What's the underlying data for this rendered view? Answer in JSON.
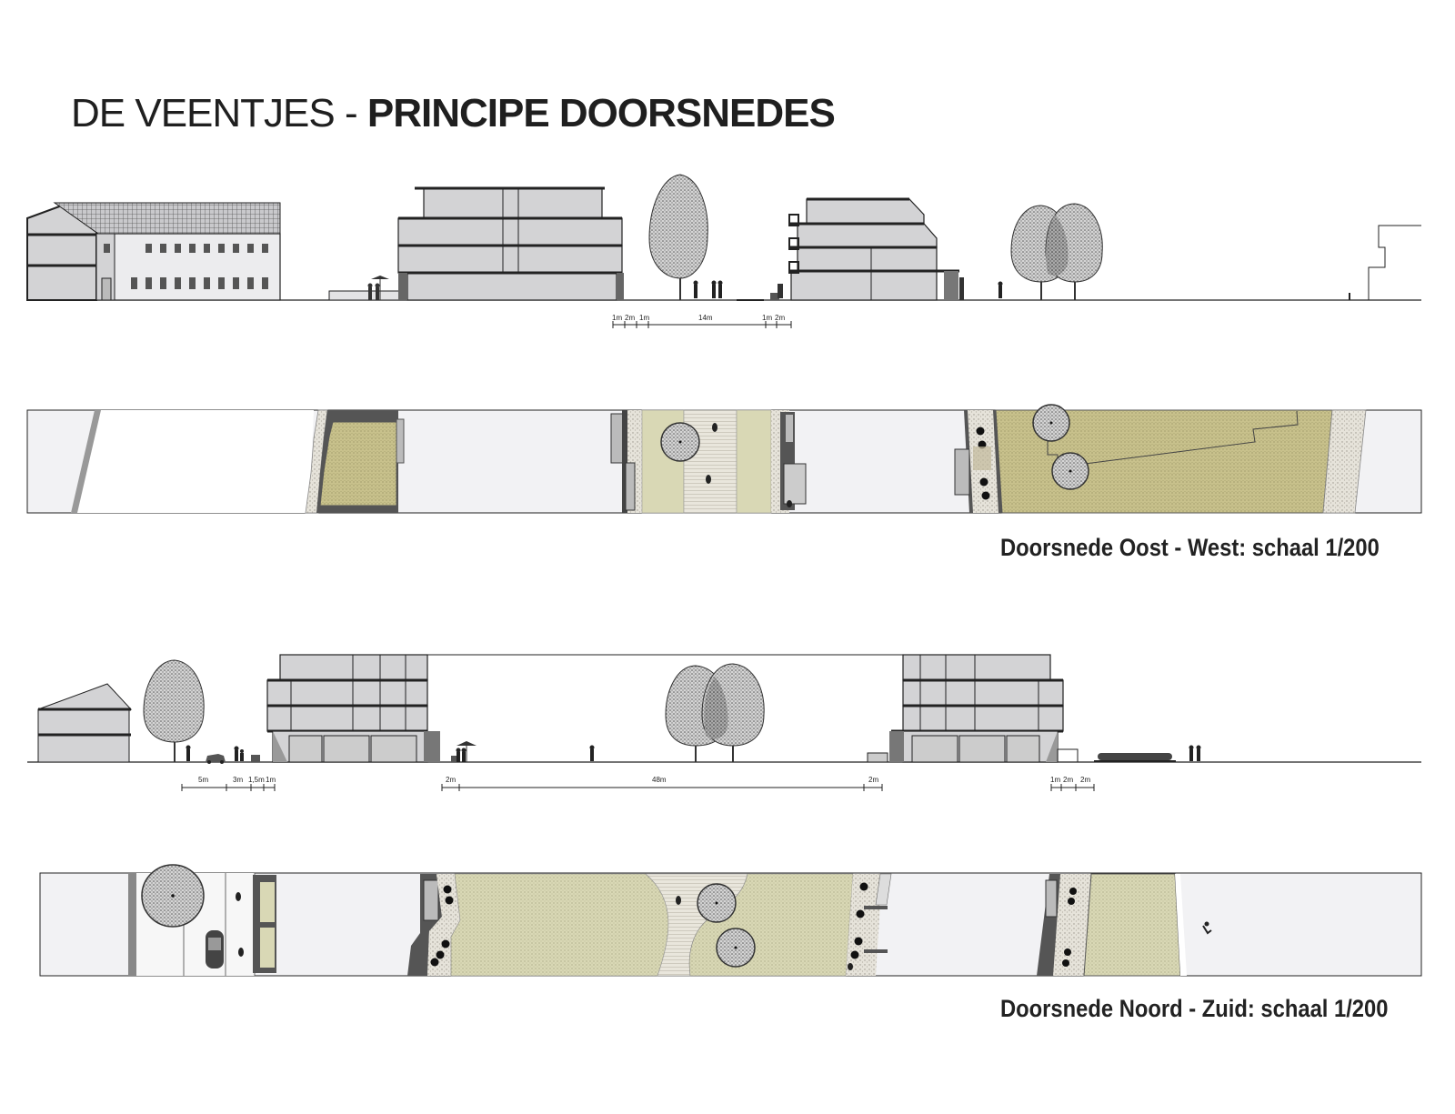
{
  "title": {
    "light": "DE VEENTJES - ",
    "bold": "PRINCIPE DOORSNEDES"
  },
  "section_east_west": {
    "caption": "Doorsnede Oost - West: schaal 1/200",
    "dimensions": [
      "1m",
      "2m",
      "1m",
      "14m",
      "1m",
      "2m"
    ]
  },
  "section_north_south": {
    "caption": "Doorsnede Noord -  Zuid: schaal 1/200",
    "dimensions_left": [
      "5m",
      "3m",
      "1,5m",
      "1m"
    ],
    "dimensions_middle": [
      "2m",
      "48m",
      "2m"
    ],
    "dimensions_right": [
      "1m",
      "2m",
      "2m"
    ]
  },
  "colors": {
    "building": "#d3d3d5",
    "outline": "#222222",
    "paving": "#f2f2f4",
    "grass": "#d9d8b5",
    "sand": "#c8c18c",
    "gravel": "#e6e3da"
  }
}
